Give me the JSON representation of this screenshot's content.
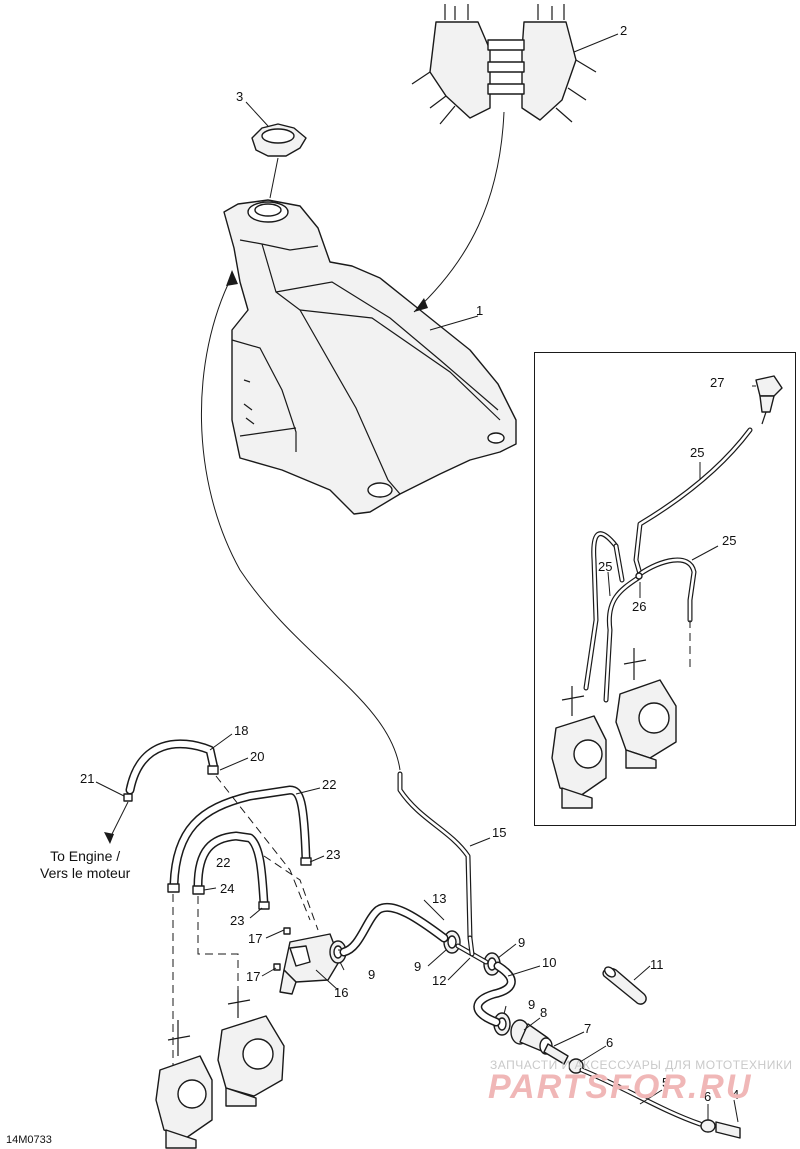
{
  "diagram": {
    "figure_id": "14M0733",
    "note": [
      "To Engine /",
      "Vers le moteur"
    ],
    "callouts": {
      "c1": "1",
      "c2": "2",
      "c3": "3",
      "c4": "4",
      "c5": "5",
      "c6a": "6",
      "c6b": "6",
      "c7": "7",
      "c8": "8",
      "c9a": "9",
      "c9b": "9",
      "c9c": "9",
      "c9d": "9",
      "c10": "10",
      "c11": "11",
      "c12": "12",
      "c13": "13",
      "c15": "15",
      "c16": "16",
      "c17a": "17",
      "c17b": "17",
      "c18": "18",
      "c20": "20",
      "c21": "21",
      "c22a": "22",
      "c22b": "22",
      "c23a": "23",
      "c23b": "23",
      "c24": "24",
      "c25a": "25",
      "c25b": "25",
      "c25c": "25",
      "c26": "26",
      "c27": "27"
    }
  },
  "watermark": {
    "subtitle": "ЗАПЧАСТИ И АКСЕССУАРЫ ДЛЯ МОТОТЕХНИКИ",
    "logo": "PARTSFOR.RU"
  },
  "colors": {
    "ink": "#1a1a1a",
    "watermark_red": "#f0b7b7",
    "watermark_gray": "#c9c9c9"
  }
}
